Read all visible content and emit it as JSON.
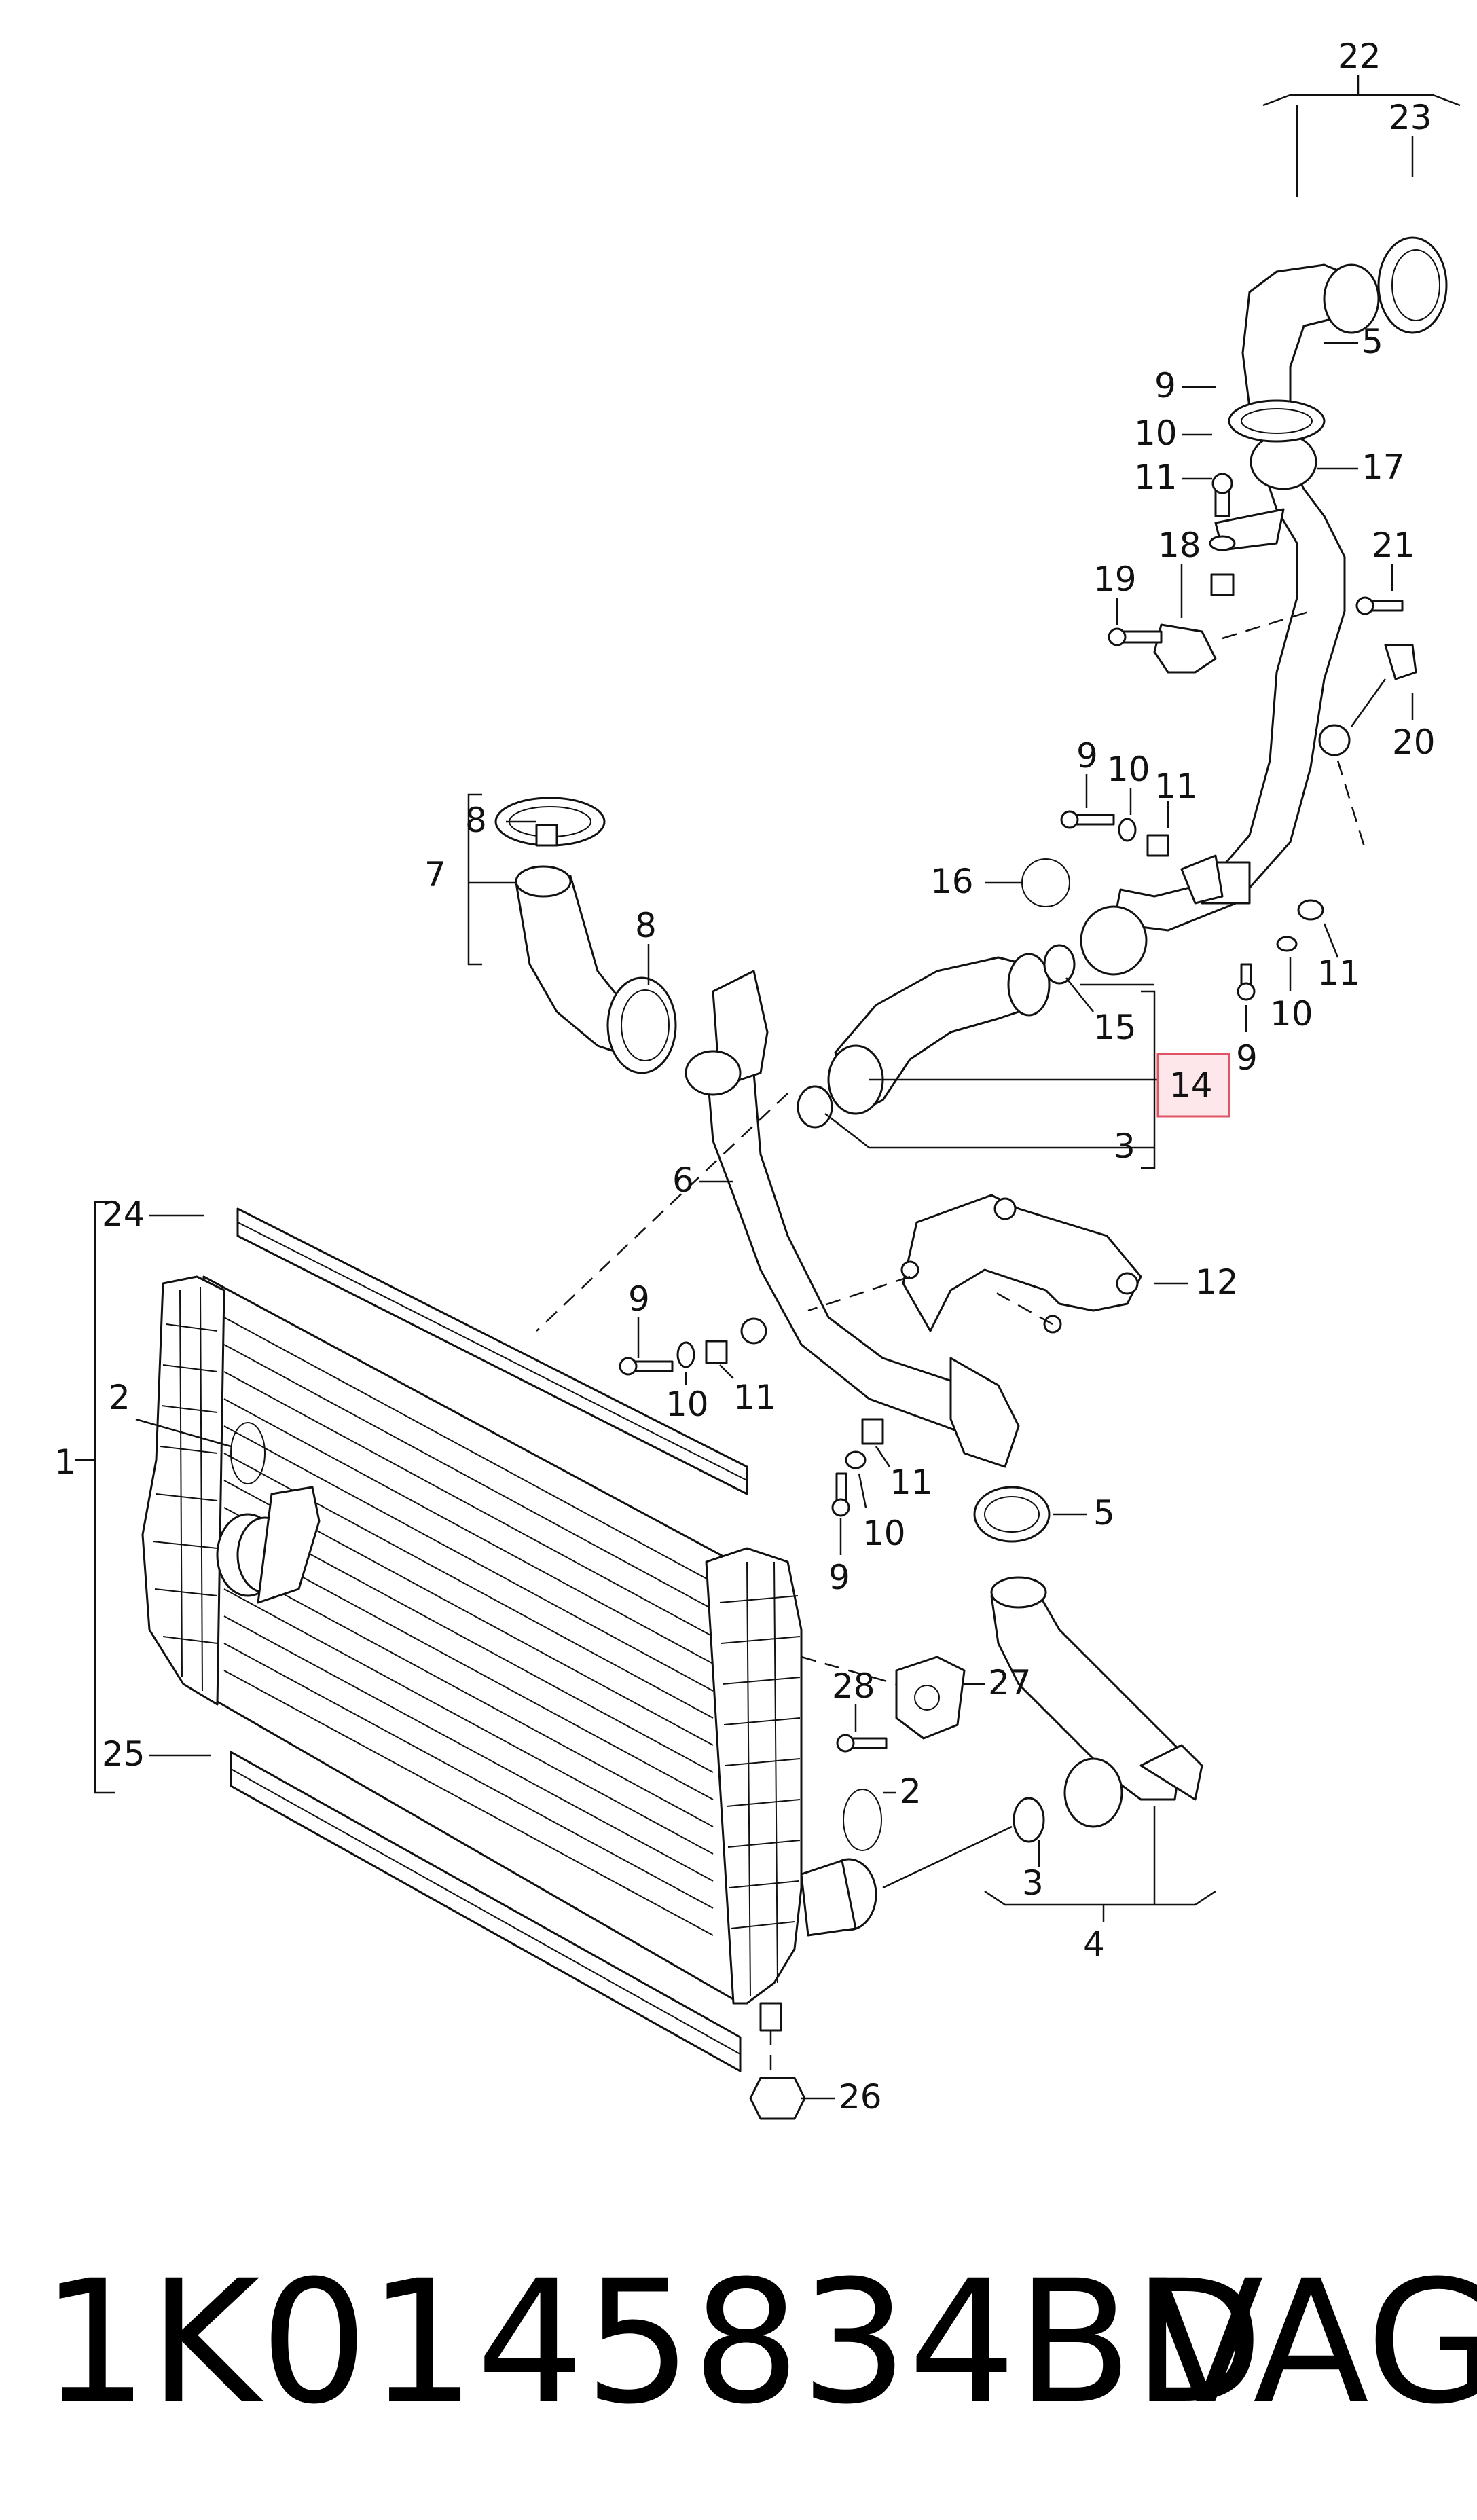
{
  "labels": {
    "l1": "1",
    "l2a": "2",
    "l2b": "2",
    "l3a": "3",
    "l3b": "3",
    "l4": "4",
    "l5a": "5",
    "l5b": "5",
    "l6": "6",
    "l7": "7",
    "l8a": "8",
    "l8b": "8",
    "l9a": "9",
    "l9b": "9",
    "l9c": "9",
    "l9d": "9",
    "l9e": "9",
    "l10a": "10",
    "l10b": "10",
    "l10c": "10",
    "l10d": "10",
    "l10e": "10",
    "l11a": "11",
    "l11b": "11",
    "l11c": "11",
    "l11d": "11",
    "l11e": "11",
    "l12": "12",
    "l14": "14",
    "l15": "15",
    "l16": "16",
    "l17": "17",
    "l18": "18",
    "l19": "19",
    "l20": "20",
    "l21": "21",
    "l22": "22",
    "l23": "23",
    "l24": "24",
    "l25": "25",
    "l26": "26",
    "l27": "27",
    "l28": "28"
  },
  "caption": {
    "part_number": "1K0145834BD",
    "brand": "VAG"
  },
  "colors": {
    "line": "#111111",
    "highlight_fill": "#fde7ea",
    "highlight_stroke": "#e05566"
  }
}
